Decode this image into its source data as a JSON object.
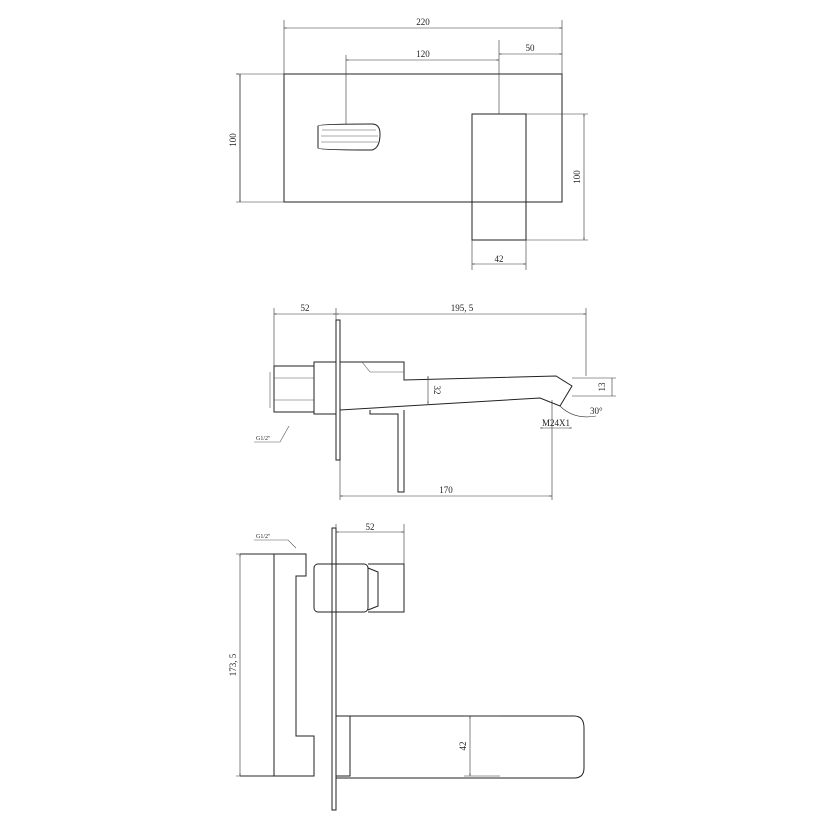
{
  "top_view": {
    "width_total": "220",
    "spout_to_lever": "120",
    "lever_offset": "50",
    "plate_height": "100",
    "lever_height": "100",
    "lever_width": "42"
  },
  "side_view": {
    "wall_depth": "52",
    "spout_length": "195, 5",
    "spout_thickness": "32",
    "tip_height": "13",
    "aerator_thread": "M24X1",
    "tip_angle": "30°",
    "outlet_reach": "170",
    "inlet_thread": "G1/2\""
  },
  "front_view": {
    "lever_depth": "52",
    "body_height": "173, 5",
    "spout_height": "42",
    "inlet_thread": "G1/2\""
  }
}
